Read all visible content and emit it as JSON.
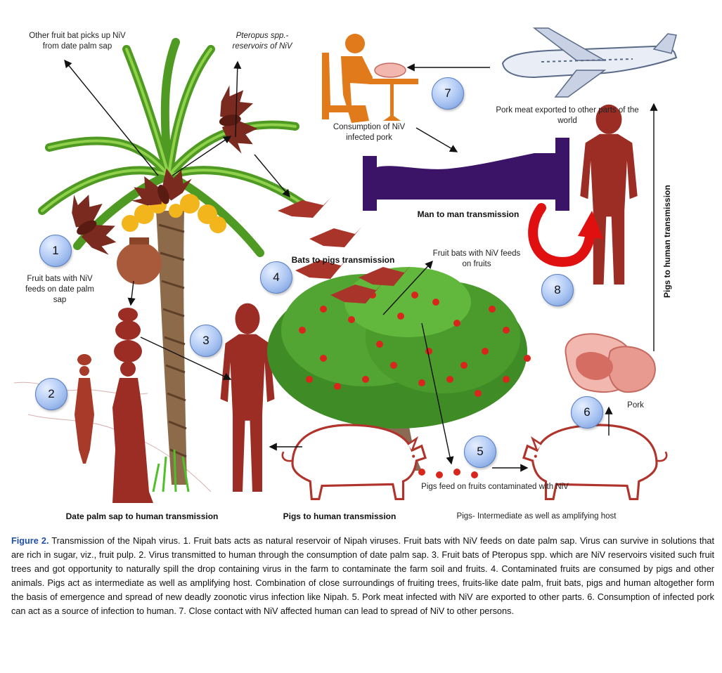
{
  "labels": {
    "other_bat": "Other fruit bat picks up NiV from date palm sap",
    "pteropus": "Pteropus spp.- reservoirs of NiV",
    "fruit_bats_sap": "Fruit bats with NiV feeds on date palm sap",
    "consumption_pork": "Consumption of NiV infected pork",
    "pork_exported": "Pork meat exported to other parts of the world",
    "man_to_man": "Man to man transmission",
    "bats_to_pigs": "Bats to pigs transmission",
    "fruit_bats_fruits": "Fruit bats with NiV feeds on fruits",
    "pigs_to_human_vertical": "Pigs to human transmission",
    "pork": "Pork",
    "pigs_feed": "Pigs feed on fruits contaminated with NiV",
    "date_palm_transmission": "Date palm sap to human transmission",
    "pigs_to_human": "Pigs to human transmission",
    "pigs_host": "Pigs- Intermediate as well as amplifying host"
  },
  "numbers": [
    "1",
    "2",
    "3",
    "4",
    "5",
    "6",
    "7",
    "8"
  ],
  "caption": {
    "figure_label": "Figure 2.",
    "text": "Transmission of the Nipah virus. 1. Fruit bats acts as natural reservoir of Nipah viruses. Fruit bats with NiV feeds on date palm sap. Virus can survive in solutions that are rich in sugar, viz., fruit pulp. 2. Virus transmitted to human through the consumption of date palm sap. 3. Fruit bats of Pteropus spp. which are NiV reservoirs visited such fruit trees and got opportunity to naturally spill the drop containing virus in the farm to contaminate the farm soil and fruits. 4. Contaminated fruits are consumed by pigs and other animals. Pigs act as intermediate as well as amplifying host. Combination of close surroundings of fruiting trees, fruits-like date palm, fruit bats, pigs and human altogether form the basis of emergence and spread of new deadly zoonotic virus infection like Nipah. 5. Pork meat infected with NiV are exported to other parts. 6. Consumption of infected pork can act as a source of infection to human. 7. Close contact with NiV affected human can lead to spread of NiV to other persons."
  },
  "colors": {
    "maroon": "#9b2d24",
    "leaf": "#5aa82a",
    "pig": "#b0342c",
    "bed": "#3b1468",
    "red_arrow": "#e01010",
    "eater": "#e07a1a",
    "caption_blue": "#1f4fa8"
  },
  "icons": [
    "palm-tree-icon",
    "bat-icon",
    "pot-icon",
    "woman-with-pot-icon",
    "man-silhouette-icon",
    "apple-tree-icon",
    "pig-icon",
    "pork-meat-icon",
    "airplane-icon",
    "person-eating-icon",
    "bed-icon",
    "curved-arrow-icon"
  ]
}
